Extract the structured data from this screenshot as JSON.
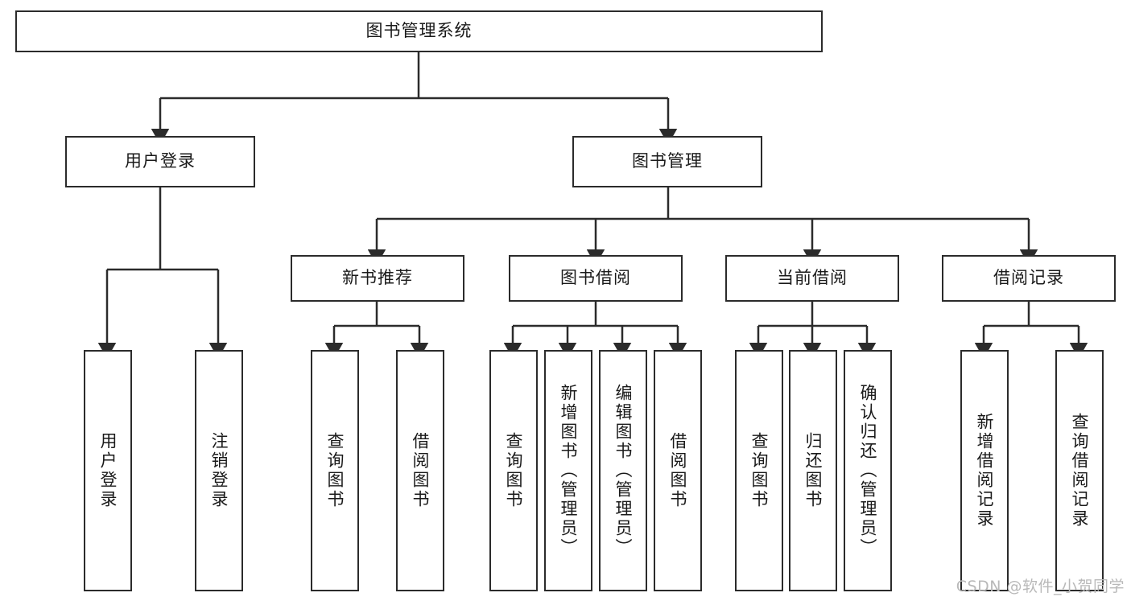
{
  "diagram": {
    "title": "图书管理系统",
    "type": "tree-hierarchy",
    "stroke_color": "#2b2b2b",
    "fill_color": "#ffffff",
    "text_color": "#1a1a1a",
    "root": {
      "label": "图书管理系统"
    },
    "level2": [
      {
        "label": "用户登录"
      },
      {
        "label": "图书管理"
      }
    ],
    "level3": [
      {
        "label": "新书推荐"
      },
      {
        "label": "图书借阅"
      },
      {
        "label": "当前借阅"
      },
      {
        "label": "借阅记录"
      }
    ],
    "leaves": {
      "user_login": [
        {
          "label": "用户登录"
        },
        {
          "label": "注销登录"
        }
      ],
      "new_book_recommend": [
        {
          "label": "查询图书"
        },
        {
          "label": "借阅图书"
        }
      ],
      "book_borrow": [
        {
          "label": "查询图书"
        },
        {
          "label": "新增图书（管理员）"
        },
        {
          "label": "编辑图书（管理员）"
        },
        {
          "label": "借阅图书"
        }
      ],
      "current_borrow": [
        {
          "label": "查询图书"
        },
        {
          "label": "归还图书"
        },
        {
          "label": "确认归还（管理员）"
        }
      ],
      "borrow_record": [
        {
          "label": "新增借阅记录"
        },
        {
          "label": "查询借阅记录"
        }
      ]
    }
  },
  "watermark": {
    "text": "CSDN @软件_小贺同学"
  }
}
